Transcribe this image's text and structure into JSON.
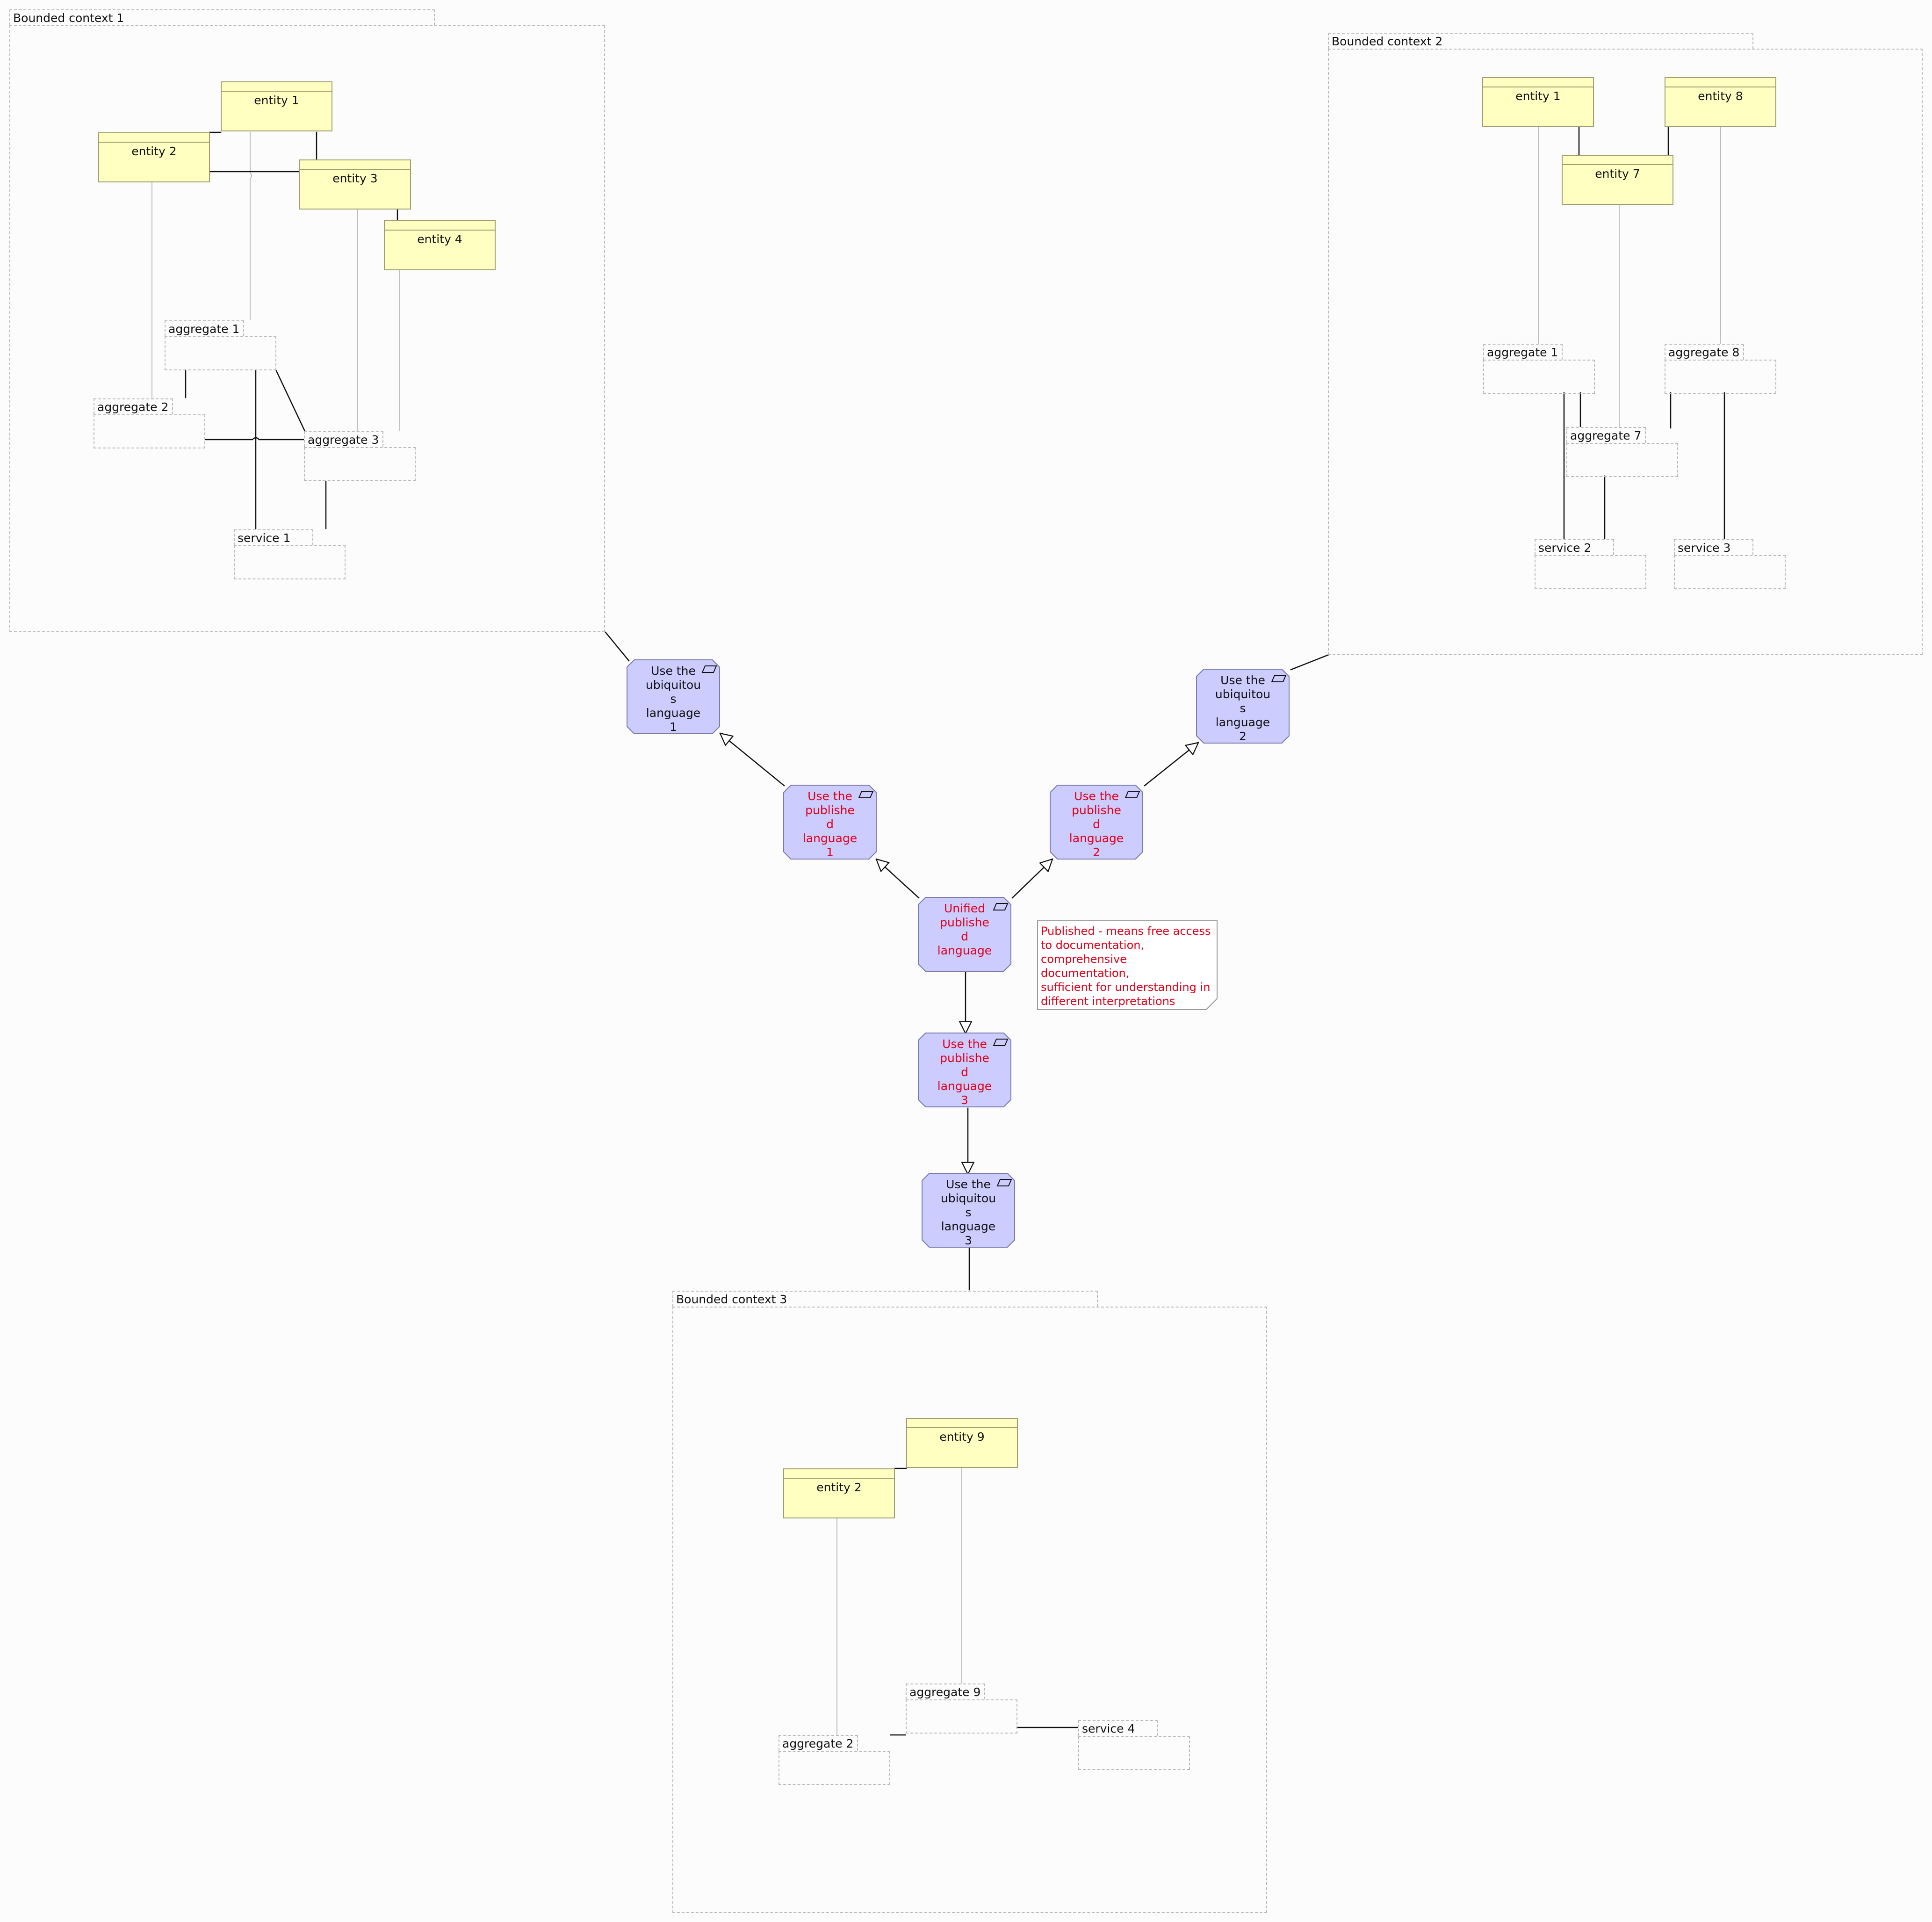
{
  "contexts": [
    {
      "id": "bc1",
      "title": "Bounded context 1"
    },
    {
      "id": "bc2",
      "title": "Bounded context 2"
    },
    {
      "id": "bc3",
      "title": "Bounded context 3"
    }
  ],
  "bc1": {
    "entities": [
      "entity 1",
      "entity 2",
      "entity 3",
      "entity 4"
    ],
    "groups": [
      "aggregate 1",
      "aggregate 2",
      "aggregate 3",
      "service 1"
    ]
  },
  "bc2": {
    "entities": [
      "entity 1",
      "entity 8",
      "entity 7"
    ],
    "groups": [
      "aggregate 1",
      "aggregate 8",
      "aggregate 7",
      "service 2",
      "service 3"
    ]
  },
  "bc3": {
    "entities": [
      "entity 9",
      "entity 2"
    ],
    "groups": [
      "aggregate 9",
      "aggregate 2",
      "service 4"
    ]
  },
  "nodes": {
    "ubiq1": "Use the\nubiquitou\ns\nlanguage\n1",
    "ubiq2": "Use the\nubiquitou\ns\nlanguage\n2",
    "ubiq3": "Use the\nubiquitou\ns\nlanguage\n3",
    "pub1": "Use the\npublishe\nd\nlanguage\n1",
    "pub2": "Use the\npublishe\nd\nlanguage\n2",
    "pub3": "Use the\npublishe\nd\nlanguage\n3",
    "unified": "Unified\npublishe\nd\nlanguage"
  },
  "note": "Published - means free access\nto documentation,\ncomprehensive documentation,\nsufficient for understanding in\ndifferent interpretations",
  "colors": {
    "entity_fill": "#ffffc2",
    "node_fill": "#ccccff",
    "emphasis_text": "#e0001a",
    "dashed_border": "#bbbbbb"
  }
}
